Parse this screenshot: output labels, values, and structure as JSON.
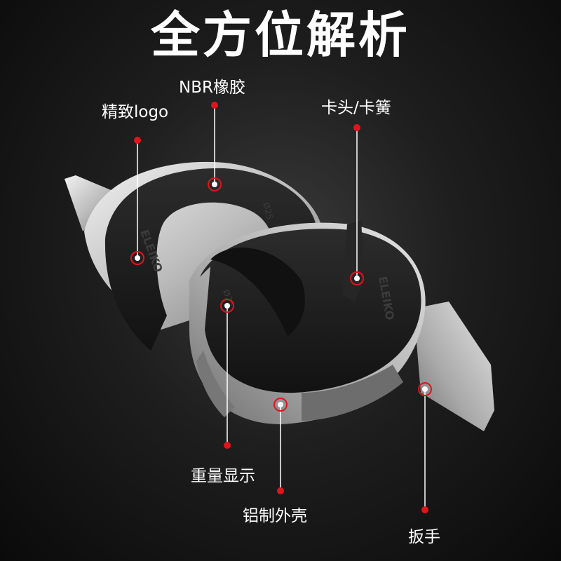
{
  "title": "全方位解析",
  "callouts": {
    "logo": "精致logo",
    "rubber": "NBR橡胶",
    "clip": "卡头/卡簧",
    "weight": "重量显示",
    "shell": "铝制外壳",
    "wrench": "扳手"
  },
  "product_marks": {
    "brand": "ELEIKO",
    "brand_mirrored": "ELEIKO",
    "size_left": "Ø25",
    "size_right": "Ø25"
  },
  "colors": {
    "accent": "#e1141c",
    "rubber": "#1b1b1b",
    "metal": "#c8c8c8",
    "text": "#ffffff"
  }
}
